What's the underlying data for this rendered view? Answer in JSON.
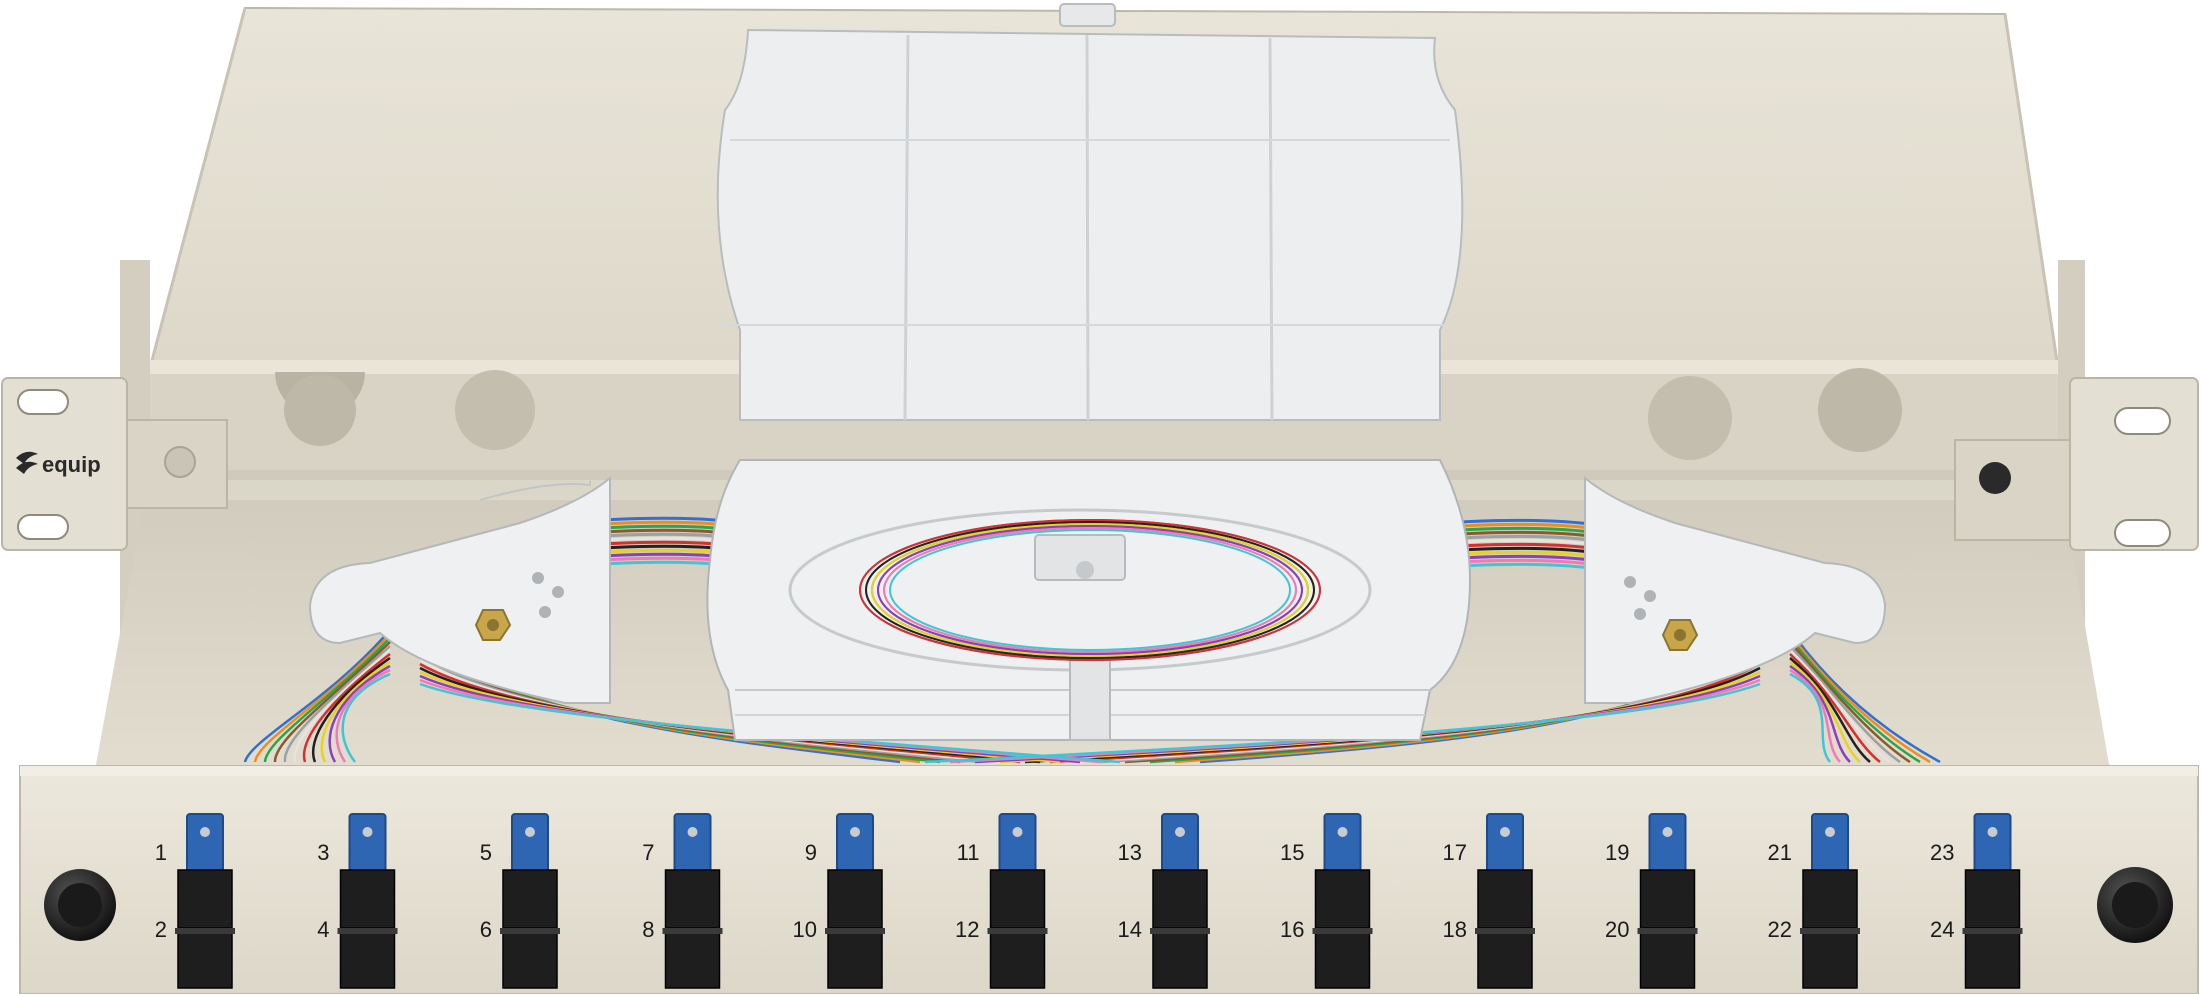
{
  "product": {
    "brand_text": "equip",
    "panel_color": "#e6e2d5",
    "adapter_color": "#2f66b3",
    "tray_color": "#eef0f1"
  },
  "ports": [
    {
      "top": "1",
      "bottom": "2"
    },
    {
      "top": "3",
      "bottom": "4"
    },
    {
      "top": "5",
      "bottom": "6"
    },
    {
      "top": "7",
      "bottom": "8"
    },
    {
      "top": "9",
      "bottom": "10"
    },
    {
      "top": "11",
      "bottom": "12"
    },
    {
      "top": "13",
      "bottom": "14"
    },
    {
      "top": "15",
      "bottom": "16"
    },
    {
      "top": "17",
      "bottom": "18"
    },
    {
      "top": "19",
      "bottom": "20"
    },
    {
      "top": "21",
      "bottom": "22"
    },
    {
      "top": "23",
      "bottom": "24"
    }
  ],
  "fiber_colors": [
    "#2f6fd6",
    "#f28b1c",
    "#2aa64a",
    "#8a5a2b",
    "#9aa1a6",
    "#e8e4dc",
    "#d62f2f",
    "#222222",
    "#e8d21f",
    "#8a3fbf",
    "#f07ab6",
    "#3fc6d6"
  ]
}
